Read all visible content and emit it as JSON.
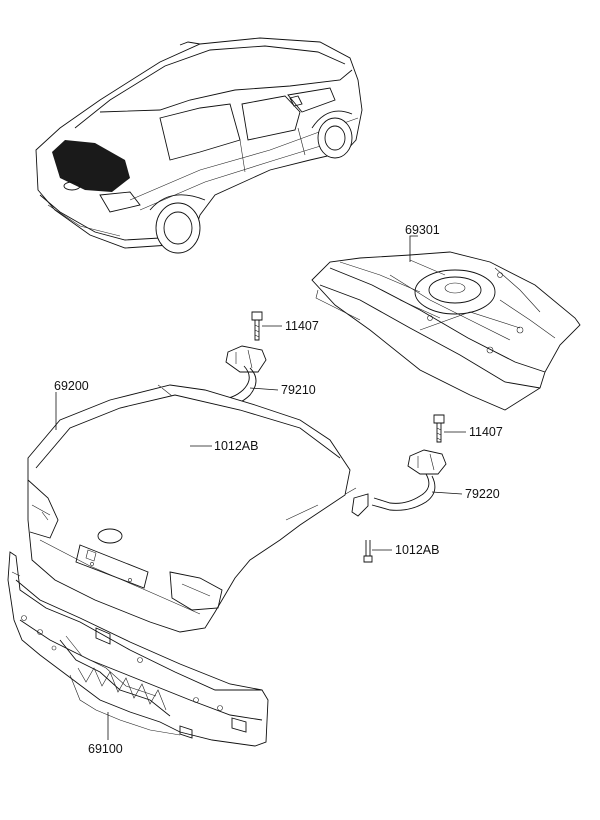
{
  "callouts": {
    "rear_floor_panel": "69301",
    "bolt_left": "11407",
    "hinge_left": "79210",
    "trunk_lid": "69200",
    "bolt_small_left": "1012AB",
    "bolt_right": "11407",
    "hinge_right": "79220",
    "bolt_small_right": "1012AB",
    "back_panel": "69100"
  }
}
